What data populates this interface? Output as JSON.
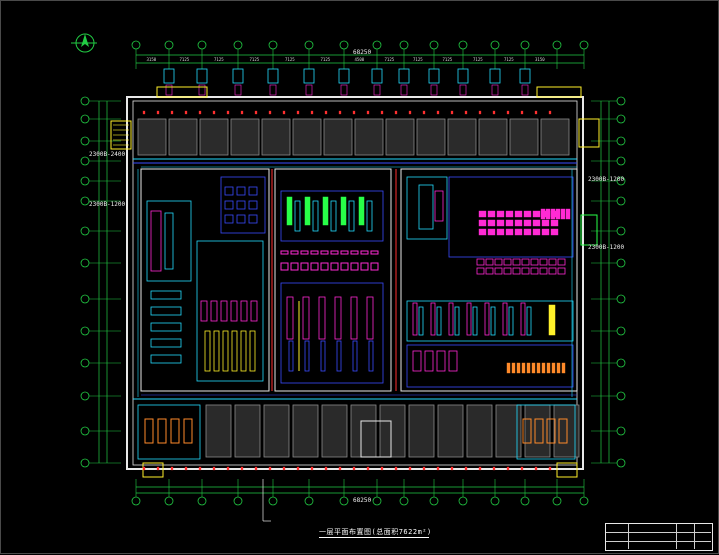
{
  "drawing": {
    "title": "一层平面布置图(总面积7622m²)",
    "colors": {
      "background": "#000000",
      "axis": "#22cc44",
      "wall": "#e8e8e8",
      "magenta": "#ff2ad4",
      "cyan": "#22dcff",
      "blue": "#3a4cff",
      "yellow": "#fff12a",
      "green": "#28ff48",
      "red": "#ff3030",
      "orange": "#ff8a2a"
    },
    "top_dims": [
      "3150",
      "7125",
      "7125",
      "7125",
      "7125",
      "7125",
      "4500",
      "7125",
      "7125",
      "7125",
      "7125",
      "7125",
      "3150"
    ],
    "top_total": "68250",
    "bottom_total": "68250",
    "side_labels": {
      "left_1": "2300B-2400",
      "left_2": "2300B-1200",
      "right_1": "2300B-1200",
      "right_2": "2300B-1200"
    },
    "north_arrow_icon": "north-arrow-icon",
    "title_block": {
      "rows": [
        "",
        "",
        ""
      ]
    }
  }
}
